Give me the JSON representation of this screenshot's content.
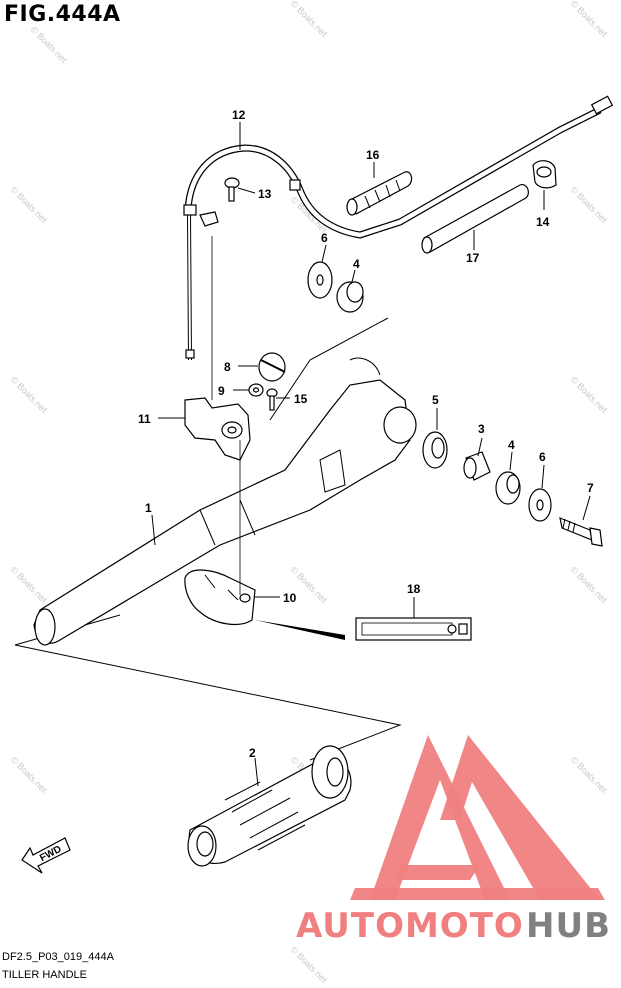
{
  "figure": {
    "title": "FIG.444A",
    "code": "DF2.5_P03_019_444A",
    "name": "TILLER HANDLE"
  },
  "watermark": {
    "text": "© Boats.net"
  },
  "direction_label": "FWD",
  "logo": {
    "text_red": "AUTOMOTO",
    "text_gray": "HUB",
    "red": "#f08080",
    "orange": "#f5a86a",
    "gray": "#808080"
  },
  "parts": [
    {
      "num": "1"
    },
    {
      "num": "2"
    },
    {
      "num": "3"
    },
    {
      "num": "4"
    },
    {
      "num": "4"
    },
    {
      "num": "5"
    },
    {
      "num": "6"
    },
    {
      "num": "6"
    },
    {
      "num": "7"
    },
    {
      "num": "8"
    },
    {
      "num": "9"
    },
    {
      "num": "10"
    },
    {
      "num": "11"
    },
    {
      "num": "12"
    },
    {
      "num": "13"
    },
    {
      "num": "14"
    },
    {
      "num": "15"
    },
    {
      "num": "16"
    },
    {
      "num": "17"
    },
    {
      "num": "18"
    }
  ]
}
